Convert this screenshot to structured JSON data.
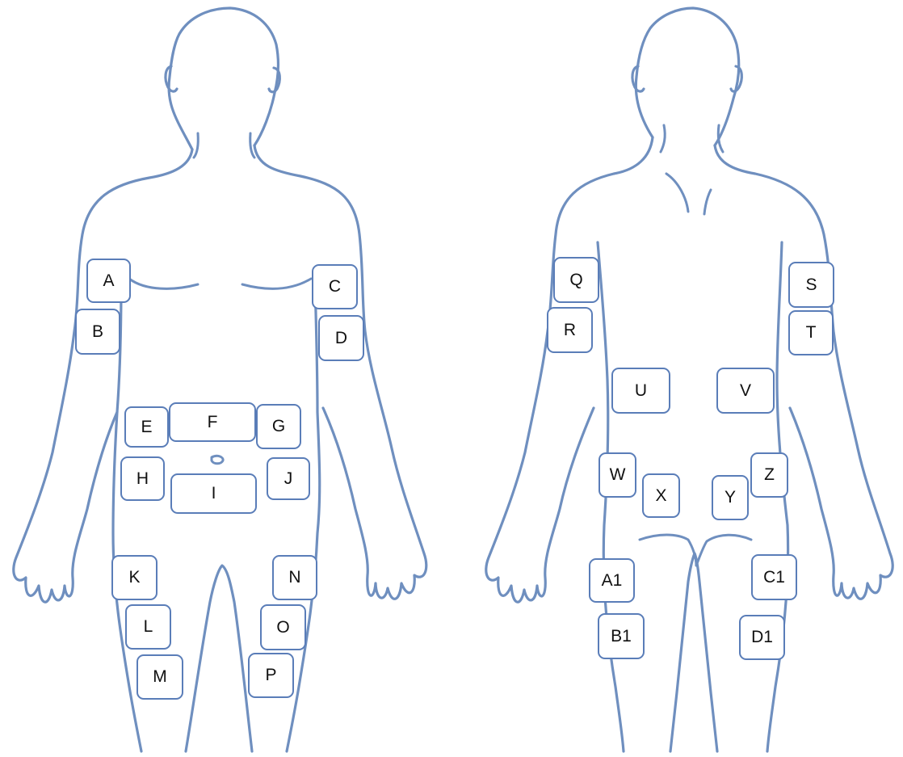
{
  "front_view": {
    "sites": {
      "A": "A",
      "B": "B",
      "C": "C",
      "D": "D",
      "E": "E",
      "F": "F",
      "G": "G",
      "H": "H",
      "I": "I",
      "J": "J",
      "K": "K",
      "L": "L",
      "M": "M",
      "N": "N",
      "O": "O",
      "P": "P"
    }
  },
  "back_view": {
    "sites": {
      "Q": "Q",
      "R": "R",
      "S": "S",
      "T": "T",
      "U": "U",
      "V": "V",
      "W": "W",
      "X": "X",
      "Y": "Y",
      "Z": "Z",
      "A1": "A1",
      "B1": "B1",
      "C1": "C1",
      "D1": "D1"
    }
  },
  "colors": {
    "outline": "#6f8fbf",
    "box_border": "#5a7db8",
    "text": "#111111",
    "background": "#ffffff"
  }
}
